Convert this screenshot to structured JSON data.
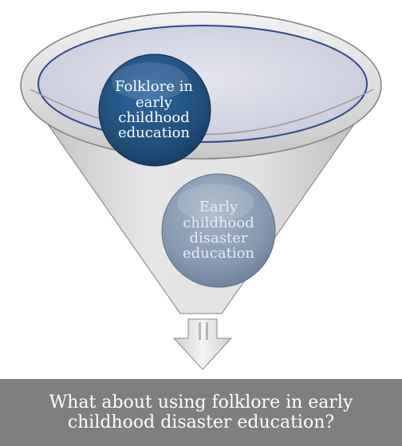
{
  "diagram": {
    "circle1_label": "Folklore in early childhood education",
    "circle2_label": "Early childhood disaster education",
    "caption": "What about using folklore in early childhood disaster education?"
  },
  "colors": {
    "funnel_fill": "#d9d9d9",
    "funnel_outline": "#7f7f7f",
    "bowl_fill": "#d6d8e6",
    "rim_outline": "#2f4b8a",
    "circle1_fill": "#1f4e79",
    "circle2_fill": "#8497b0",
    "arrow_fill": "#e0e0e0",
    "caption_bg": "#7f7f7f",
    "caption_text": "#ffffff"
  }
}
